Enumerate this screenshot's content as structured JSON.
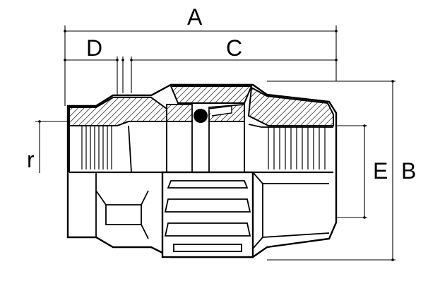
{
  "dimensions": {
    "A": "A",
    "B": "B",
    "C": "C",
    "D": "D",
    "E": "E",
    "r": "r"
  }
}
